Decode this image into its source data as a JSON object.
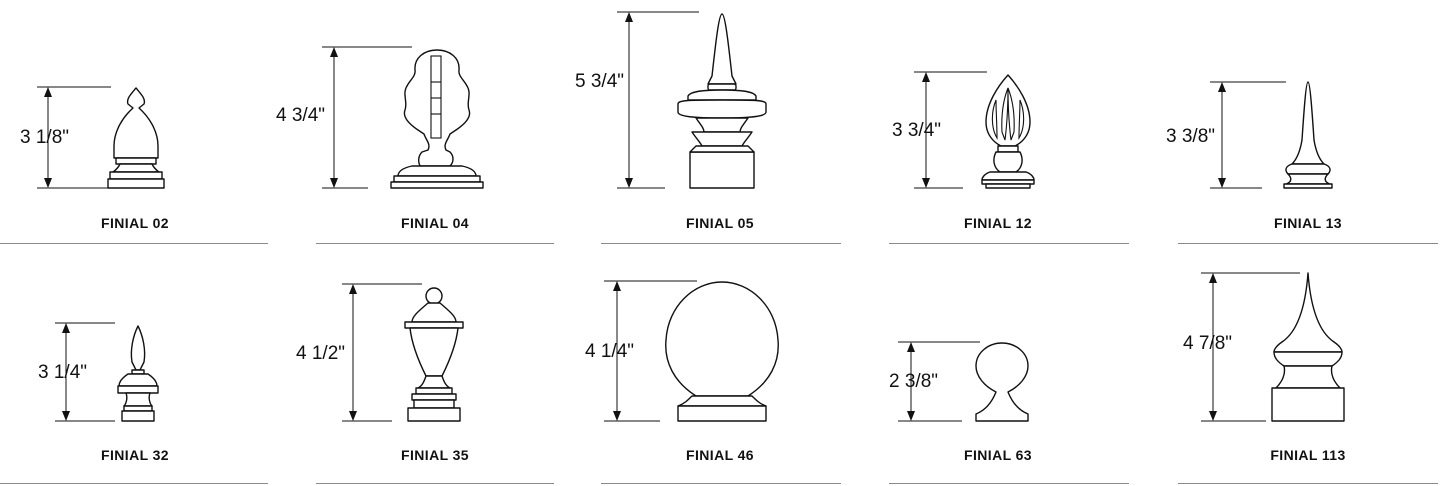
{
  "finials": [
    {
      "id": "f02",
      "label": "FINIAL 02",
      "height": "3 1/8\""
    },
    {
      "id": "f04",
      "label": "FINIAL 04",
      "height": "4 3/4\""
    },
    {
      "id": "f05",
      "label": "FINIAL 05",
      "height": "5 3/4\""
    },
    {
      "id": "f12",
      "label": "FINIAL 12",
      "height": "3 3/4\""
    },
    {
      "id": "f13",
      "label": "FINIAL 13",
      "height": "3 3/8\""
    },
    {
      "id": "f32",
      "label": "FINIAL 32",
      "height": "3 1/4\""
    },
    {
      "id": "f35",
      "label": "FINIAL 35",
      "height": "4 1/2\""
    },
    {
      "id": "f46",
      "label": "FINIAL 46",
      "height": "4 1/4\""
    },
    {
      "id": "f63",
      "label": "FINIAL 63",
      "height": "2 3/8\""
    },
    {
      "id": "f113",
      "label": "FINIAL 113",
      "height": "4 7/8\""
    }
  ]
}
